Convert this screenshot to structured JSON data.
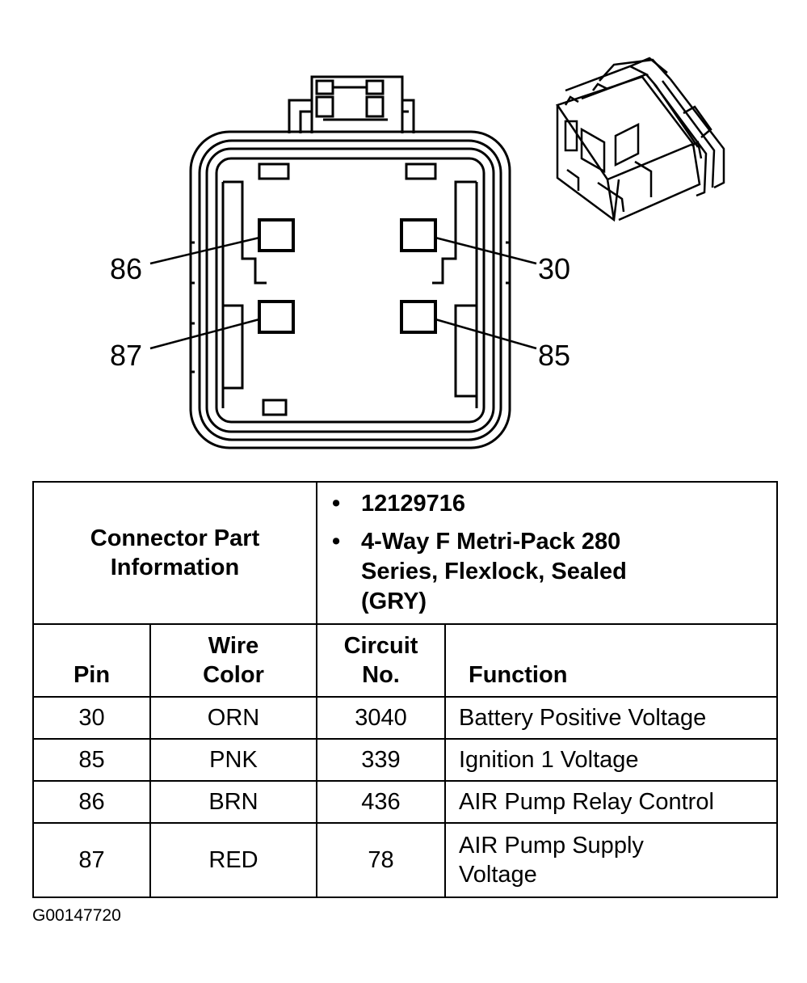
{
  "pins": {
    "p86": "86",
    "p30": "30",
    "p87": "87",
    "p85": "85"
  },
  "connector_info": {
    "label": "Connector Part Information",
    "part_number": "12129716",
    "description": "4-Way F Metri-Pack 280 Series, Flexlock, Sealed (GRY)"
  },
  "table": {
    "headers": {
      "pin": "Pin",
      "wire_color_1": "Wire",
      "wire_color_2": "Color",
      "circuit_1": "Circuit",
      "circuit_2": "No.",
      "function": "Function"
    },
    "rows": [
      {
        "pin": "30",
        "color": "ORN",
        "circuit": "3040",
        "function": "Battery Positive Voltage"
      },
      {
        "pin": "85",
        "color": "PNK",
        "circuit": "339",
        "function": "Ignition 1 Voltage"
      },
      {
        "pin": "86",
        "color": "BRN",
        "circuit": "436",
        "function": "AIR Pump Relay Control"
      },
      {
        "pin": "87",
        "color": "RED",
        "circuit": "78",
        "function": "AIR Pump Supply Voltage"
      }
    ]
  },
  "figure_id": "G00147720"
}
